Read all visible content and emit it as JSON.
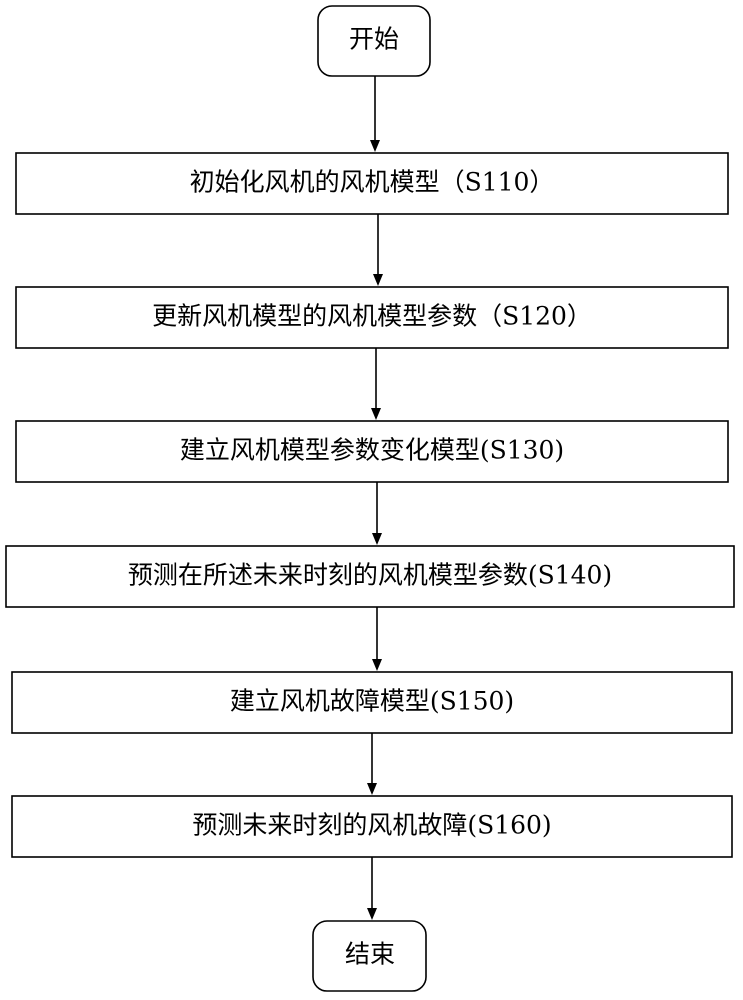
{
  "flowchart": {
    "start": {
      "label": "开始"
    },
    "steps": [
      {
        "label": "初始化风机的风机模型（S110）"
      },
      {
        "label": "更新风机模型的风机模型参数（S120）"
      },
      {
        "label": "建立风机模型参数变化模型(S130)"
      },
      {
        "label": "预测在所述未来时刻的风机模型参数(S140)"
      },
      {
        "label": "建立风机故障模型(S150)"
      },
      {
        "label": "预测未来时刻的风机故障(S160)"
      }
    ],
    "end": {
      "label": "结束"
    }
  }
}
